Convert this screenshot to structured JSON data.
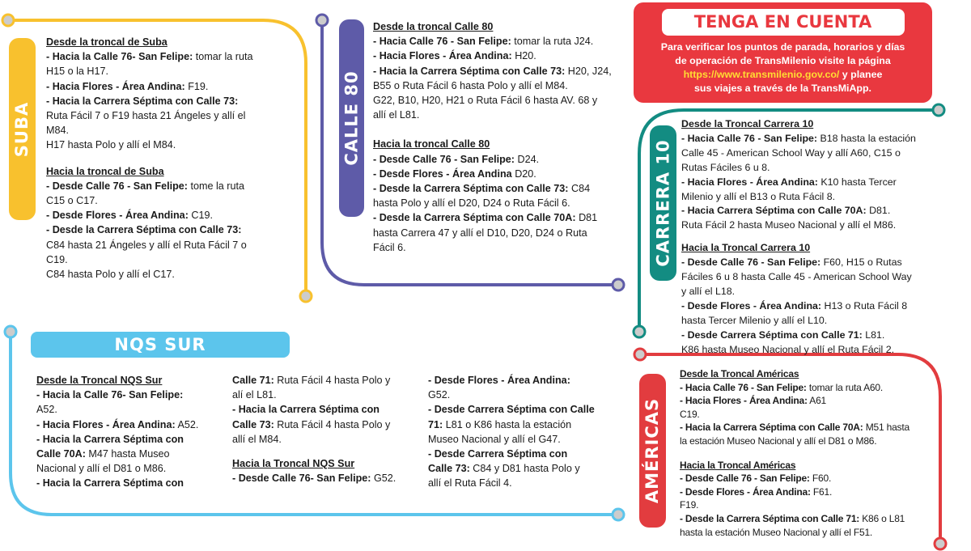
{
  "colors": {
    "suba": "#f8c12e",
    "calle80": "#5e5ba8",
    "carrera10": "#138c82",
    "americas": "#e23c3f",
    "nqs": "#5cc5ec",
    "notice": "#e9383f",
    "link": "#ffdd33"
  },
  "suba": {
    "tab": "SUBA",
    "desde_title": "Desde la troncal de Suba",
    "desde": [
      {
        "b": "- Hacia la Calle 76- San Felipe:",
        "t": " tomar la ruta"
      },
      {
        "b": "",
        "t": "H15 o la H17."
      },
      {
        "b": "- Hacia Flores - Área Andina:",
        "t": " F19."
      },
      {
        "b": "- Hacia la Carrera Séptima con Calle 73:",
        "t": ""
      },
      {
        "b": "",
        "t": "Ruta Fácil 7 o F19 hasta 21 Ángeles y allí el"
      },
      {
        "b": "",
        "t": "M84."
      },
      {
        "b": "",
        "t": "H17 hasta Polo y allí el M84."
      }
    ],
    "hacia_title": "Hacia la troncal de Suba",
    "hacia": [
      {
        "b": "- Desde Calle 76 - San Felipe:",
        "t": " tome la ruta"
      },
      {
        "b": "",
        "t": "C15 o C17."
      },
      {
        "b": "- Desde Flores - Área Andina:",
        "t": " C19."
      },
      {
        "b": "- Desde la Carrera Séptima con Calle 73:",
        "t": ""
      },
      {
        "b": "",
        "t": "C84 hasta 21 Ángeles y allí el Ruta Fácil 7 o"
      },
      {
        "b": "",
        "t": "C19."
      },
      {
        "b": "",
        "t": "C84 hasta Polo y allí el C17."
      }
    ]
  },
  "calle80": {
    "tab": "CALLE 80",
    "desde_title": "Desde la troncal Calle 80",
    "desde": [
      {
        "b": "- Hacia Calle 76 - San Felipe:",
        "t": " tomar la ruta J24."
      },
      {
        "b": "- Hacia Flores - Área Andina:",
        "t": " H20."
      },
      {
        "b": "- Hacia la Carrera Séptima con Calle 73:",
        "t": " H20, J24,"
      },
      {
        "b": "",
        "t": "B55 o Ruta Fácil 6 hasta Polo y allí el M84."
      },
      {
        "b": "",
        "t": "G22, B10, H20, H21 o Ruta Fácil 6 hasta AV. 68 y"
      },
      {
        "b": "",
        "t": "allí el L81."
      }
    ],
    "hacia_title": "Hacia la troncal Calle 80",
    "hacia": [
      {
        "b": "- Desde Calle 76 - San Felipe:",
        "t": " D24."
      },
      {
        "b": "- Desde Flores - Área Andina",
        "t": " D20."
      },
      {
        "b": "- Desde la Carrera Séptima con Calle 73:",
        "t": " C84"
      },
      {
        "b": "",
        "t": "hasta Polo y allí el D20, D24 o Ruta Fácil 6."
      },
      {
        "b": "- Desde la Carrera Séptima con Calle 70A:",
        "t": " D81"
      },
      {
        "b": "",
        "t": "hasta Carrera 47 y allí el D10, D20, D24 o Ruta"
      },
      {
        "b": "",
        "t": "Fácil 6."
      }
    ]
  },
  "notice": {
    "title": "TENGA EN CUENTA",
    "line1": "Para verificar los puntos de parada, horarios y días",
    "line2": "de operación de TransMilenio visite la página",
    "link": "https://www.transmilenio.gov.co/",
    "line3_rest": " y planee",
    "line4": "sus viajes a través de la TransMiApp."
  },
  "carrera10": {
    "tab": "CARRERA 10",
    "desde_title": "Desde la Troncal Carrera 10",
    "desde": [
      {
        "b": "- Hacia Calle 76 - San Felipe:",
        "t": " B18 hasta la estación"
      },
      {
        "b": "",
        "t": "Calle 45 - American School Way y allí A60, C15 o"
      },
      {
        "b": "",
        "t": "Rutas Fáciles 6 u 8."
      },
      {
        "b": "- Hacia Flores - Área Andina:",
        "t": " K10 hasta Tercer"
      },
      {
        "b": "",
        "t": "Milenio y allí el B13 o Ruta Fácil 8."
      },
      {
        "b": "- Hacia Carrera Séptima con Calle 70A:",
        "t": " D81."
      },
      {
        "b": "",
        "t": "Ruta Fácil 2 hasta Museo Nacional y allí el M86."
      }
    ],
    "hacia_title": "Hacia la Troncal Carrera 10",
    "hacia": [
      {
        "b": "- Desde Calle 76 - San Felipe:",
        "t": " F60, H15 o Rutas"
      },
      {
        "b": "",
        "t": "Fáciles 6 u 8 hasta Calle 45 - American School Way"
      },
      {
        "b": "",
        "t": "y allí el L18."
      },
      {
        "b": "- Desde Flores - Área Andina:",
        "t": " H13 o Ruta Fácil 8"
      },
      {
        "b": "",
        "t": "hasta Tercer Milenio y allí el L10."
      },
      {
        "b": "- Desde Carrera Séptima con Calle 71:",
        "t": " L81."
      },
      {
        "b": "",
        "t": "K86 hasta Museo Nacional y allí el Ruta Fácil 2."
      }
    ]
  },
  "americas": {
    "tab": "AMÉRICAS",
    "desde_title": "Desde la Troncal Américas",
    "desde": [
      {
        "b": "- Hacia Calle 76 - San Felipe:",
        "t": " tomar la ruta A60."
      },
      {
        "b": "- Hacia Flores - Área Andina:",
        "t": " A61"
      },
      {
        "b": "",
        "t": "C19."
      },
      {
        "b": "- Hacia la Carrera Séptima con Calle 70A:",
        "t": " M51 hasta"
      },
      {
        "b": "",
        "t": "la estación Museo Nacional y allí el D81 o M86."
      }
    ],
    "hacia_title": "Hacia la Troncal Américas",
    "hacia": [
      {
        "b": "- Desde Calle 76 - San Felipe:",
        "t": " F60."
      },
      {
        "b": "- Desde Flores - Área Andina:",
        "t": " F61."
      },
      {
        "b": "",
        "t": "F19."
      },
      {
        "b": "- Desde la Carrera Séptima con Calle 71:",
        "t": " K86 o L81"
      },
      {
        "b": "",
        "t": "hasta la estación Museo Nacional y allí el F51."
      }
    ]
  },
  "nqs": {
    "tab": "NQS SUR",
    "desde_title": "Desde la Troncal NQS Sur",
    "col1": [
      {
        "b": "- Hacia la Calle 76- San Felipe:",
        "t": ""
      },
      {
        "b": "",
        "t": "A52."
      },
      {
        "b": "- Hacia Flores - Área Andina:",
        "t": " A52."
      },
      {
        "b": "- Hacia la Carrera Séptima con",
        "t": ""
      },
      {
        "b": "Calle 70A:",
        "t": " M47 hasta Museo"
      },
      {
        "b": "",
        "t": "Nacional y allí el D81 o M86."
      },
      {
        "b": "- Hacia la Carrera Séptima con",
        "t": ""
      }
    ],
    "col2a": [
      {
        "b": "Calle 71:",
        "t": " Ruta Fácil 4 hasta Polo y"
      },
      {
        "b": "",
        "t": "alí el L81."
      },
      {
        "b": "- Hacia la Carrera Séptima con",
        "t": ""
      },
      {
        "b": "Calle 73:",
        "t": " Ruta Fácil 4 hasta Polo y"
      },
      {
        "b": "",
        "t": "allí el M84."
      }
    ],
    "hacia_title": "Hacia la Troncal NQS Sur",
    "col2b": [
      {
        "b": "- Desde Calle 76- San Felipe:",
        "t": " G52."
      }
    ],
    "col3": [
      {
        "b": "- Desde Flores - Área Andina:",
        "t": ""
      },
      {
        "b": "",
        "t": "G52."
      },
      {
        "b": "- Desde Carrera Séptima con Calle",
        "t": ""
      },
      {
        "b": "71:",
        "t": " L81 o K86 hasta la estación"
      },
      {
        "b": "",
        "t": "Museo Nacional y allí el G47."
      },
      {
        "b": "- Desde Carrera Séptima con",
        "t": ""
      },
      {
        "b": "Calle 73:",
        "t": " C84 y D81 hasta Polo y"
      },
      {
        "b": "",
        "t": "allí el Ruta Fácil 4."
      }
    ]
  }
}
